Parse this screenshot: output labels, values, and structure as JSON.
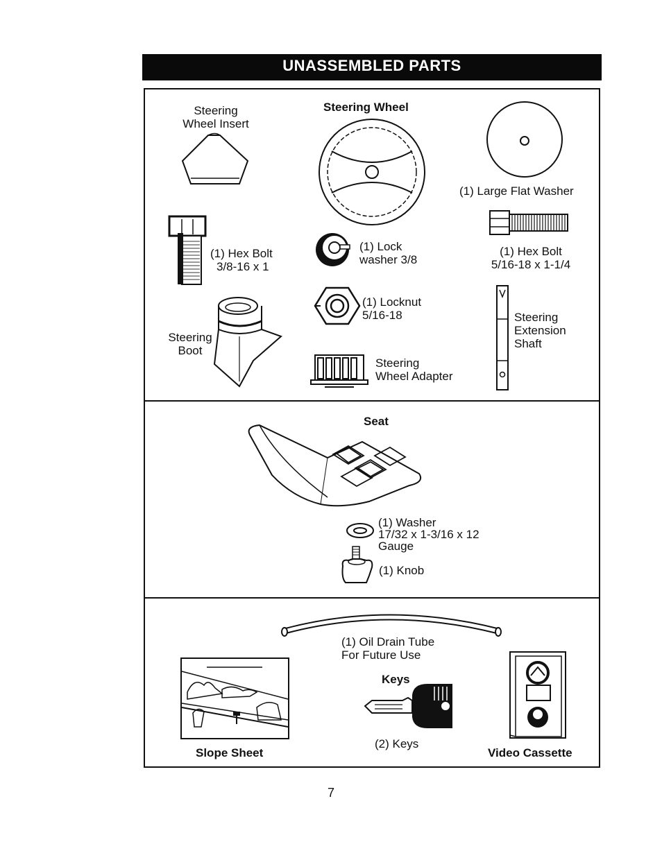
{
  "header": {
    "title": "UNASSEMBLED PARTS"
  },
  "sections": {
    "steering": {
      "insert_label": [
        "Steering",
        "Wheel Insert"
      ],
      "wheel_label": "Steering Wheel",
      "large_washer_label": "(1) Large Flat Washer",
      "hex_bolt_a_label": [
        "(1) Hex Bolt",
        "3/8-16 x 1"
      ],
      "lock_washer_label": [
        "(1) Lock",
        "washer 3/8"
      ],
      "hex_bolt_b_label": [
        "(1) Hex Bolt",
        "5/16-18 x 1-1/4"
      ],
      "boot_label": [
        "Steering",
        "Boot"
      ],
      "locknut_label": [
        "(1) Locknut",
        "5/16-18"
      ],
      "shaft_label": [
        "Steering",
        "Extension",
        "Shaft"
      ],
      "adapter_label": [
        "Steering",
        "Wheel Adapter"
      ]
    },
    "seat": {
      "title": "Seat",
      "washer_label": [
        "(1) Washer",
        "17/32 x 1-3/16 x 12",
        "Gauge"
      ],
      "knob_label": "(1) Knob"
    },
    "misc": {
      "tube_label": [
        "(1) Oil Drain Tube",
        "For Future Use"
      ],
      "keys_title": "Keys",
      "keys_label": "(2) Keys",
      "slope_sheet_label": "Slope Sheet",
      "video_label": "Video Cassette"
    }
  },
  "page_number": "7"
}
